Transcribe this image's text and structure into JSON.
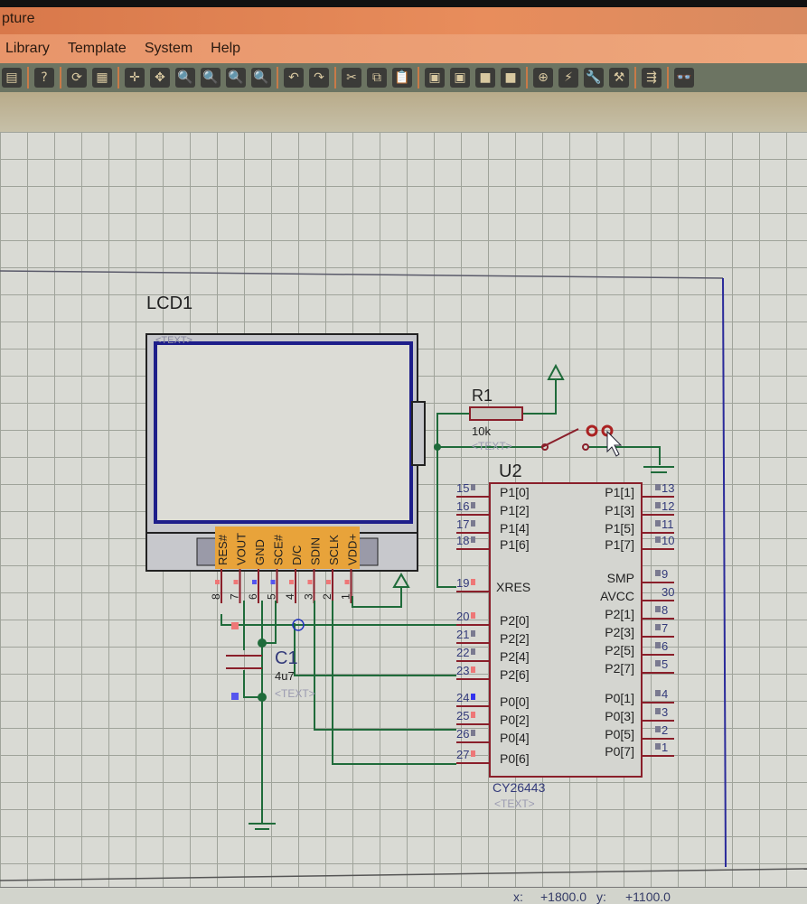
{
  "window": {
    "title_fragment": "pture"
  },
  "menu": [
    "Library",
    "Template",
    "System",
    "Help"
  ],
  "toolbar": {
    "icons": [
      "document-icon",
      "help-icon",
      "refresh-icon",
      "grid-icon",
      "origin-icon",
      "pan-icon",
      "zoom-in-icon",
      "zoom-out-icon",
      "zoom-all-icon",
      "zoom-area-icon",
      "undo-icon",
      "redo-icon",
      "cut-icon",
      "copy-icon",
      "paste-icon",
      "block-copy-icon",
      "block-move-icon",
      "block-rotate-icon",
      "block-delete-icon",
      "pick-device-icon",
      "make-device-icon",
      "packaging-tool-icon",
      "decompose-icon",
      "wire-autorouter-icon",
      "search-icon"
    ],
    "help_glyph": "?"
  },
  "schematic": {
    "lcd": {
      "ref": "LCD1",
      "text_placeholder": "<TEXT>",
      "pins": [
        {
          "num": "8",
          "name": "RES#"
        },
        {
          "num": "7",
          "name": "VOUT"
        },
        {
          "num": "6",
          "name": "GND"
        },
        {
          "num": "5",
          "name": "SCE#"
        },
        {
          "num": "4",
          "name": "D/C"
        },
        {
          "num": "3",
          "name": "SDIN"
        },
        {
          "num": "2",
          "name": "SCLK"
        },
        {
          "num": "1",
          "name": "VDD+"
        }
      ]
    },
    "r1": {
      "ref": "R1",
      "value": "10k",
      "text": "<TEXT>"
    },
    "c1": {
      "ref": "C1",
      "value": "4u7",
      "text": "<TEXT>"
    },
    "u2": {
      "ref": "U2",
      "part": "CY26443",
      "text": "<TEXT>",
      "left_pins": [
        {
          "num": "15",
          "name": "P1[0]"
        },
        {
          "num": "16",
          "name": "P1[2]"
        },
        {
          "num": "17",
          "name": "P1[4]"
        },
        {
          "num": "18",
          "name": "P1[6]"
        },
        {
          "num": "19",
          "name": "XRES"
        },
        {
          "num": "20",
          "name": "P2[0]"
        },
        {
          "num": "21",
          "name": "P2[2]"
        },
        {
          "num": "22",
          "name": "P2[4]"
        },
        {
          "num": "23",
          "name": "P2[6]"
        },
        {
          "num": "24",
          "name": "P0[0]"
        },
        {
          "num": "25",
          "name": "P0[2]"
        },
        {
          "num": "26",
          "name": "P0[4]"
        },
        {
          "num": "27",
          "name": "P0[6]"
        }
      ],
      "right_pins": [
        {
          "num": "13",
          "name": "P1[1]"
        },
        {
          "num": "12",
          "name": "P1[3]"
        },
        {
          "num": "11",
          "name": "P1[5]"
        },
        {
          "num": "10",
          "name": "P1[7]"
        },
        {
          "num": "9",
          "name": "SMP"
        },
        {
          "num": "30",
          "name": "AVCC"
        },
        {
          "num": "8",
          "name": "P2[1]"
        },
        {
          "num": "7",
          "name": "P2[3]"
        },
        {
          "num": "6",
          "name": "P2[5]"
        },
        {
          "num": "5",
          "name": "P2[7]"
        },
        {
          "num": "4",
          "name": "P0[1]"
        },
        {
          "num": "3",
          "name": "P0[3]"
        },
        {
          "num": "2",
          "name": "P0[5]"
        },
        {
          "num": "1",
          "name": "P0[7]"
        }
      ]
    }
  },
  "status": {
    "x_label": "x:",
    "x_value": "+1800.0",
    "y_label": "y:",
    "y_value": "+1100.0"
  }
}
